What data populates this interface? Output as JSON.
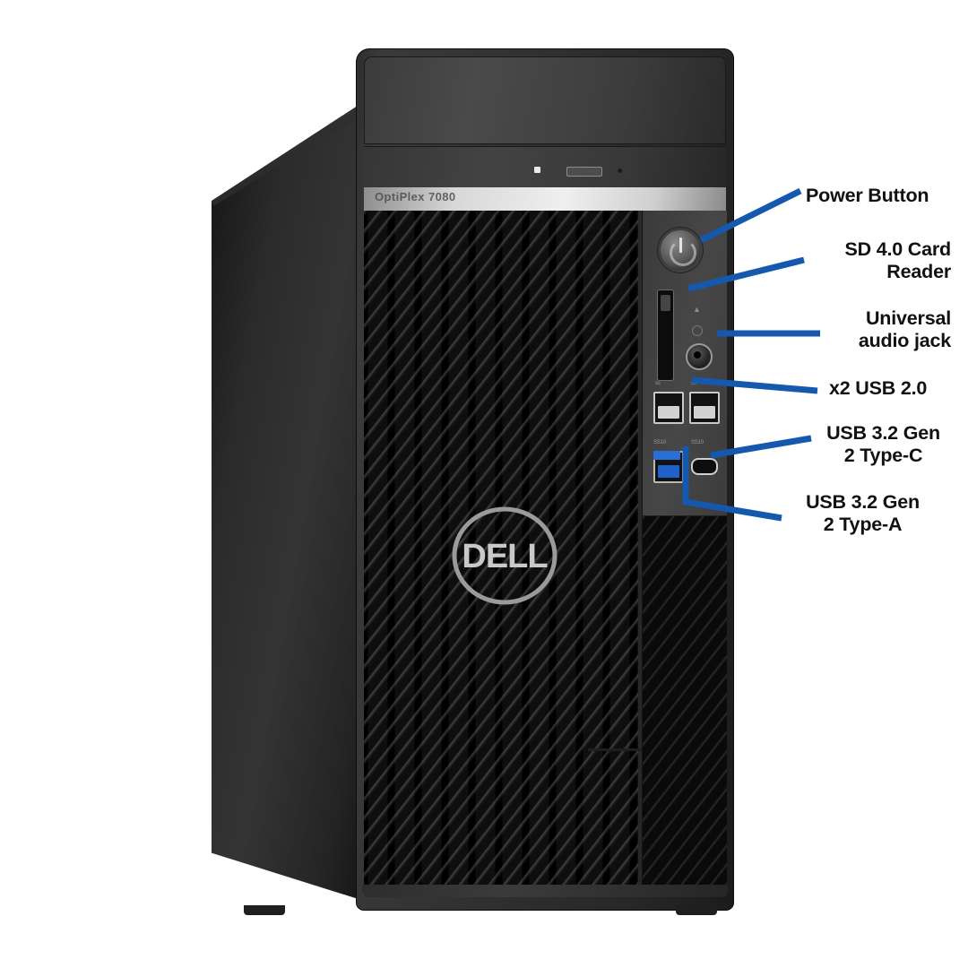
{
  "product": {
    "brand": "Dell",
    "model_text": "OptiPlex 7080",
    "logo_text": "DELL"
  },
  "accent_color": "#1559AF",
  "callouts": [
    {
      "id": "power-button",
      "label": "Power Button",
      "align": "left"
    },
    {
      "id": "sd-card-reader",
      "label": "SD 4.0 Card\nReader",
      "align": "right"
    },
    {
      "id": "universal-audio",
      "label": "Universal\naudio jack",
      "align": "right"
    },
    {
      "id": "usb-2",
      "label": "x2 USB 2.0",
      "align": "left"
    },
    {
      "id": "usb32-type-c",
      "label": "USB 3.2 Gen\n2 Type-C",
      "align": "left"
    },
    {
      "id": "usb32-type-a",
      "label": "USB 3.2 Gen\n2 Type-A",
      "align": "left"
    }
  ],
  "port_markings": {
    "usb2_left": "ss",
    "usb2_right": "ss",
    "usb3_a": "SS10",
    "usb3_c": "SS10"
  }
}
